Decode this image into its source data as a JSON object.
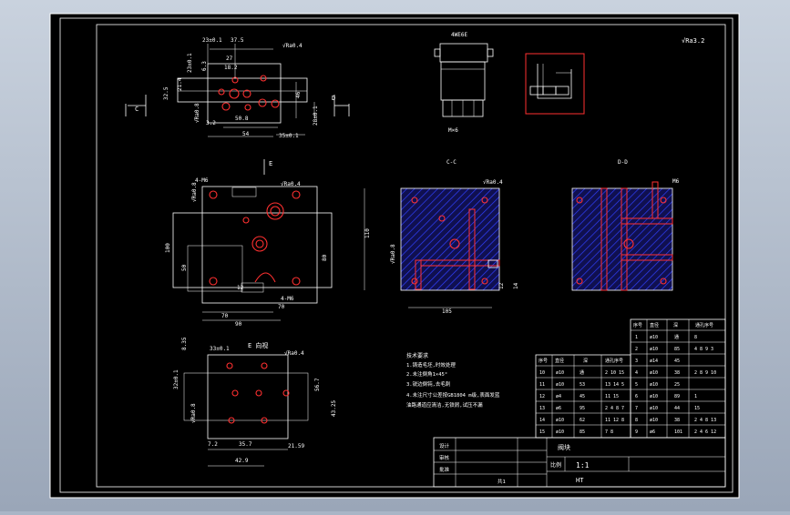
{
  "colors": {
    "paper": "#000000",
    "border": "#ffffff",
    "hatch": "#3040ff",
    "hole": "#ff3030",
    "section_fill": "#101050"
  },
  "top_view": {
    "dims": [
      "23±0.1",
      "37.5",
      "27",
      "18.2",
      "6.3",
      "23±0.1",
      "32.5",
      "21.4",
      "50.8",
      "54",
      "35±0.1",
      "28±0.1",
      "46",
      "3.2"
    ],
    "roughness": [
      "√Ra0.4",
      "√Ra0.8"
    ],
    "cut_left": "C",
    "cut_right": "D"
  },
  "valve": {
    "top_label": "4WE6E",
    "bottom_label": "M×6"
  },
  "global_roughness": "√Ra3.2",
  "front_view": {
    "cut_label": "E",
    "dims": [
      "4-M6",
      "√Ra0.8",
      "√Ra0.4",
      "100",
      "50",
      "80",
      "12",
      "70",
      "90",
      "70",
      "4-M6"
    ]
  },
  "section_cc": {
    "title": "C-C",
    "dims": [
      "√Ra0.4",
      "110",
      "√Ra0.8",
      "105",
      "12",
      "14"
    ]
  },
  "section_dd": {
    "title": "D-D",
    "dims": [
      "M6"
    ]
  },
  "e_view": {
    "title": "E 向视",
    "dims": [
      "8.35",
      "33±0.1",
      "√Ra0.4",
      "32±0.1",
      "56.7",
      "√Ra0.8",
      "43.25",
      "7.2",
      "35.7",
      "21.59",
      "42.9"
    ]
  },
  "notes": {
    "title": "技术要求",
    "lines": [
      "1.铸造毛坯,时效处理",
      "2.未注倒角1×45°",
      "3.锐边倒钝,去毛刺",
      "4.未注尺寸公差按GB1804 m级,表面发蓝",
      "油路通道应清洁,无铁屑,试压不漏"
    ]
  },
  "table": {
    "header": [
      "序号",
      "直径",
      "深",
      "通孔序号"
    ],
    "rows_right": [
      [
        "1",
        "ø10",
        "通",
        "8"
      ],
      [
        "2",
        "ø10",
        "85",
        "4 8 9 3"
      ],
      [
        "3",
        "ø14",
        "45",
        ""
      ],
      [
        "4",
        "ø10",
        "38",
        "2 8 9 10"
      ],
      [
        "5",
        "ø10",
        "25",
        ""
      ],
      [
        "6",
        "ø10",
        "89",
        "1"
      ],
      [
        "7",
        "ø10",
        "44",
        "15"
      ],
      [
        "8",
        "ø10",
        "38",
        "2 4 8 13"
      ],
      [
        "9",
        "ø6",
        "101",
        "2 4 6 12"
      ]
    ],
    "rows_left": [
      [
        "10",
        "ø10",
        "通",
        "2 10 15"
      ],
      [
        "11",
        "ø10",
        "53",
        "13 14 5"
      ],
      [
        "12",
        "ø4",
        "45",
        "11 15"
      ],
      [
        "13",
        "ø6",
        "95",
        "2 4 8 7"
      ],
      [
        "14",
        "ø10",
        "62",
        "11 12 8"
      ],
      [
        "15",
        "ø10",
        "85",
        "7 8"
      ]
    ]
  },
  "title_block": {
    "name": "阀块",
    "scale_label": "比例",
    "scale": "1:1",
    "material": "HT",
    "drawn": "设计",
    "checked": "审核",
    "approved": "批准",
    "sheet": "共1"
  }
}
